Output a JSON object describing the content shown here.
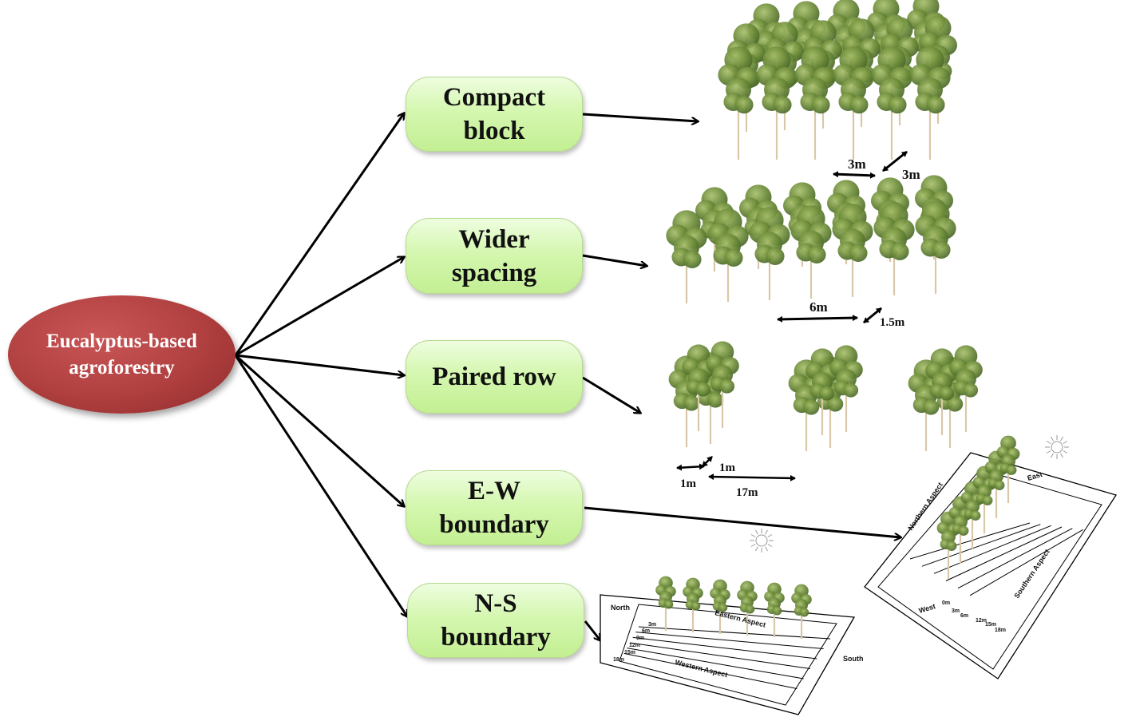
{
  "root": {
    "line1": "Eucalyptus-based",
    "line2": "agroforestry"
  },
  "nodes": {
    "compact": {
      "line1": "Compact",
      "line2": "block"
    },
    "wider": {
      "line1": "Wider",
      "line2": "spacing"
    },
    "paired": {
      "line1": "Paired row"
    },
    "ew": {
      "line1": "E-W",
      "line2": "boundary"
    },
    "ns": {
      "line1": "N-S",
      "line2": "boundary"
    }
  },
  "dimensions": {
    "compact_a": "3m",
    "compact_b": "3m",
    "wider_a": "6m",
    "wider_b": "1.5m",
    "paired_a": "1m",
    "paired_b": "1m",
    "paired_c": "17m"
  },
  "ew_plot": {
    "east": "East",
    "west": "West",
    "northern": "Northern Aspect",
    "southern": "Southern Aspect",
    "d0": "0m",
    "d3": "3m",
    "d6": "6m",
    "d12": "12m",
    "d15": "15m",
    "d18": "18m"
  },
  "ns_plot": {
    "north": "North",
    "south": "South",
    "eastern": "Eastern Aspect",
    "western": "Western Aspect",
    "d3": "3m",
    "d6": "6m",
    "d9": "9m",
    "d12": "12m",
    "d15": "15m",
    "d18": "18m"
  },
  "colors": {
    "root": "#b03f3f",
    "node_fill": "#d5f7b0",
    "node_border": "#b6d98e",
    "tree_trunk": "#d9c8a8",
    "foliage": "#6f8f3c"
  }
}
